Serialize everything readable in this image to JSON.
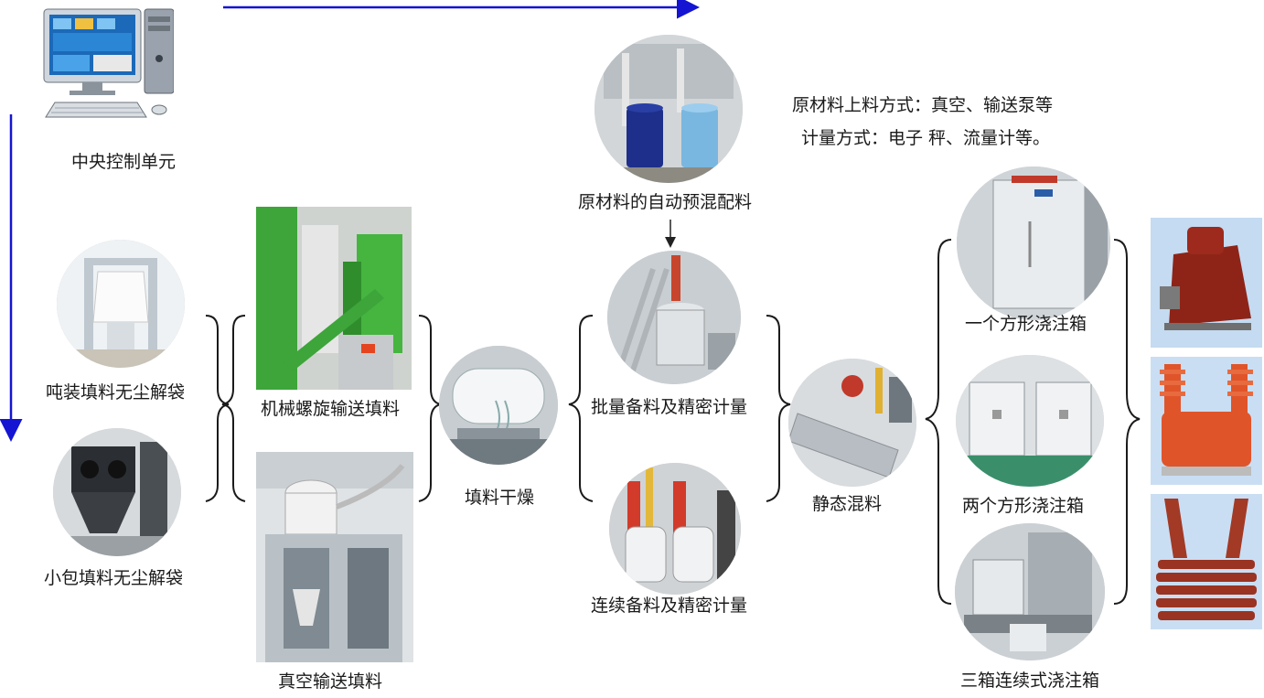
{
  "labels": {
    "central_control": "中央控制单元",
    "ton_bag": "吨装填料无尘解袋",
    "small_bag": "小包填料无尘解袋",
    "screw_conveying": "机械螺旋输送填料",
    "vacuum_conveying": "真空输送填料",
    "filler_drying": "填料干燥",
    "auto_premix": "原材料的自动预混配料",
    "batch_metering": "批量备料及精密计量",
    "continuous_metering": "连续备料及精密计量",
    "static_mixing": "静态混料",
    "one_square": "一个方形浇注箱",
    "two_square": "两个方形浇注箱",
    "three_continuous": "三箱连续式浇注箱"
  },
  "notes": {
    "feeding_method": "原材料上料方式：真空、输送泵等",
    "metering_method": "计量方式：电子 秤、流量计等。"
  },
  "colors": {
    "arrow_blue": "#1414d2",
    "brace": "#1a1a1a",
    "product_brown": "#8e2418",
    "product_orange": "#e0542a"
  }
}
